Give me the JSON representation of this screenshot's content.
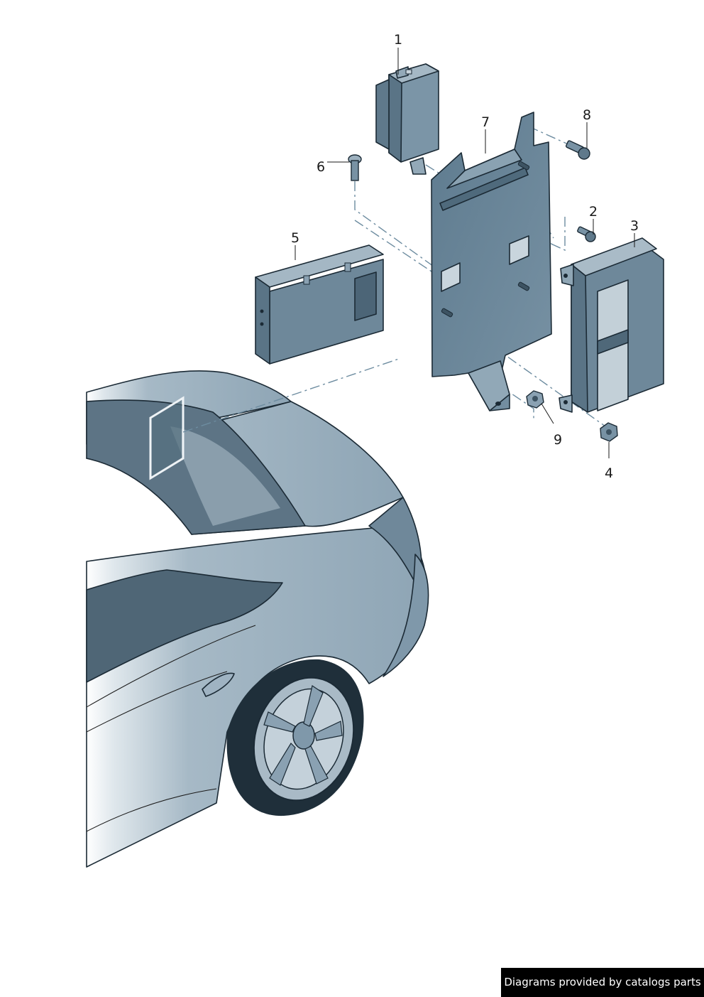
{
  "callouts": [
    {
      "id": "1",
      "label": "1"
    },
    {
      "id": "2",
      "label": "2"
    },
    {
      "id": "3",
      "label": "3"
    },
    {
      "id": "4",
      "label": "4"
    },
    {
      "id": "5",
      "label": "5"
    },
    {
      "id": "6",
      "label": "6"
    },
    {
      "id": "7",
      "label": "7"
    },
    {
      "id": "8",
      "label": "8"
    },
    {
      "id": "9",
      "label": "9"
    }
  ],
  "footer": {
    "text": "Diagrams provided by catalogs parts"
  },
  "colors": {
    "part_fill": "#6f8b9e",
    "part_light": "#a9bcc8",
    "part_dark": "#3f5666",
    "outline": "#1b2a35",
    "car_body": "#9fb3c2",
    "car_dark": "#4a6375",
    "window": "#4f6676",
    "marker": "#e8eef2"
  }
}
